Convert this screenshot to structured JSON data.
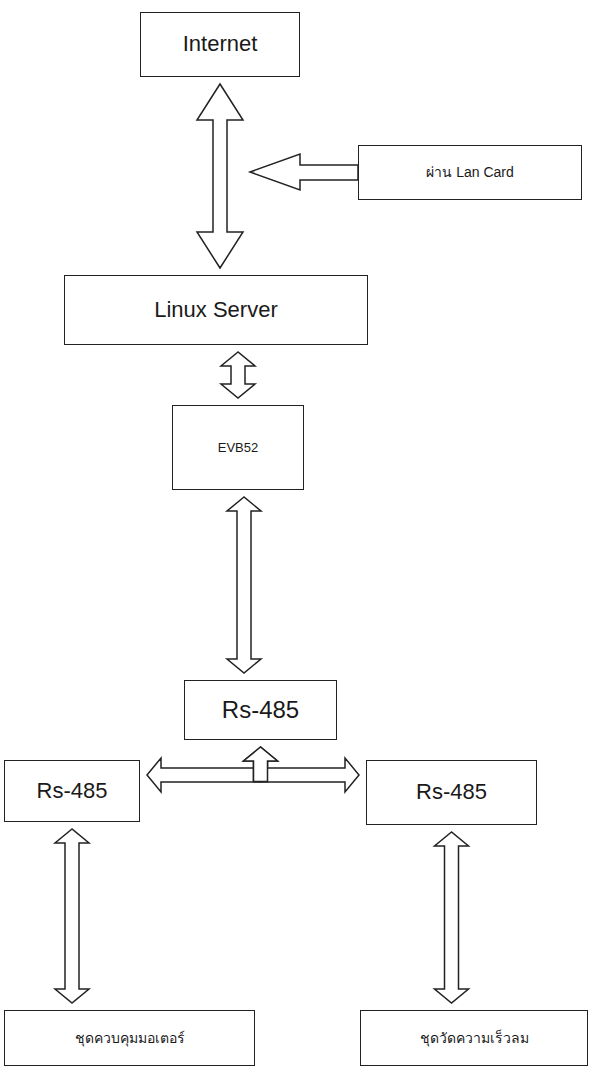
{
  "diagram": {
    "nodes": [
      {
        "text": [
          "Internet"
        ]
      },
      {
        "text": [
          "ผ่าน Lan Card"
        ]
      },
      {
        "text": [
          "Linux Server"
        ]
      },
      {
        "text": [
          "EVB52"
        ]
      },
      {
        "text": [
          "Rs-485"
        ]
      },
      {
        "text": [
          "Rs-485"
        ]
      },
      {
        "text": [
          "Rs-485"
        ]
      },
      {
        "text": [
          "ชุดควบคุมมอเตอร์"
        ]
      },
      {
        "text": [
          "ชุดวัดความเร็วลม"
        ]
      }
    ],
    "edges": [
      {
        "from": 0,
        "to": 2,
        "arrow": "both"
      },
      {
        "from": 2,
        "to": 3,
        "arrow": "both"
      },
      {
        "from": 3,
        "to": 4,
        "arrow": "both"
      },
      {
        "from": 4,
        "to": 5,
        "arrow": "both"
      },
      {
        "from": 4,
        "to": 6,
        "arrow": "both"
      },
      {
        "from": 5,
        "to": 7,
        "arrow": "both"
      },
      {
        "from": 6,
        "to": 8,
        "arrow": "both"
      }
    ]
  }
}
